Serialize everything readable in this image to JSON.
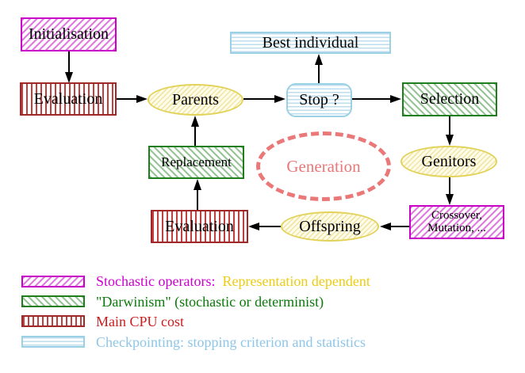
{
  "nodes": {
    "initialisation": "Initialisation",
    "evaluation_top": "Evaluation",
    "parents": "Parents",
    "stop": "Stop ?",
    "best_individual": "Best individual",
    "selection": "Selection",
    "genitors": "Genitors",
    "crossover_line1": "Crossover,",
    "crossover_line2": "Mutation, ...",
    "offspring": "Offspring",
    "evaluation_bottom": "Evaluation",
    "replacement": "Replacement",
    "generation": "Generation"
  },
  "legend": {
    "rows": [
      {
        "label": "Stochastic operators:",
        "label2": "Representation dependent"
      },
      {
        "label": "\"Darwinism\" (stochastic or determinist)"
      },
      {
        "label": "Main CPU cost"
      },
      {
        "label": "Checkpointing: stopping criterion and statistics"
      }
    ]
  },
  "colors": {
    "magenta": "#c800c8",
    "magenta_hatch": "#e07ce0",
    "green": "#1e7e1e",
    "green_hatch": "#98c498",
    "red": "#a02828",
    "red_stripe": "#c04040",
    "cyan": "#9cd0e4",
    "cyan_stripe": "#bfdeed",
    "yellow_border": "#e2d258",
    "yellow_fill": "#fffcea",
    "yellow_hatch": "#f0e5a5",
    "gold_text": "#eecc11",
    "magenta_text": "#cc00cc",
    "green_text": "#0a7a0a",
    "red_text": "#cc1c1c",
    "cyan_text": "#8ec6e8",
    "salmon": "#ea7878",
    "arrow": "#000000"
  }
}
